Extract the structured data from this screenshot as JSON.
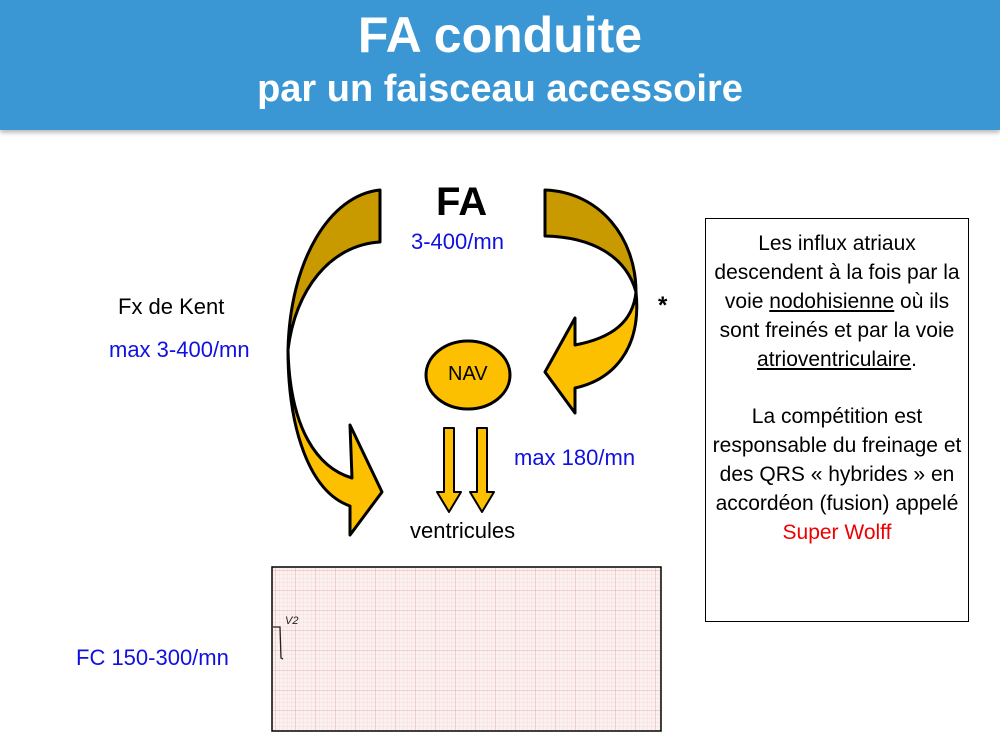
{
  "header": {
    "title": "FA conduite",
    "subtitle": "par un faisceau accessoire"
  },
  "diagram": {
    "fa_label": "FA",
    "fa_rate": "3-400/mn",
    "kent_label": "Fx de Kent",
    "kent_rate": "max 3-400/mn",
    "nav_label": "NAV",
    "nav_rate": "max 180/mn",
    "asterisk": "*",
    "ventricles_label": "ventricules",
    "fc_label": "FC 150-300/mn",
    "ecg_lead": "V2"
  },
  "infobox": {
    "p1_a": "Les influx atriaux descendent à la fois par la voie ",
    "p1_u1": "nodohisienne",
    "p1_b": " où ils sont freinés et par la voie ",
    "p1_u2": "atrioventriculaire",
    "p1_c": ".",
    "p2_a": "La compétition est responsable du freinage et des QRS « hybrides » en accordéon (fusion) appelé ",
    "p2_red": "Super Wolff"
  },
  "colors": {
    "header": "#3a97d4",
    "arrow_dark": "#c99a00",
    "arrow_light": "#fcc000",
    "rate_text": "#1010e0",
    "highlight": "#ee0000"
  }
}
